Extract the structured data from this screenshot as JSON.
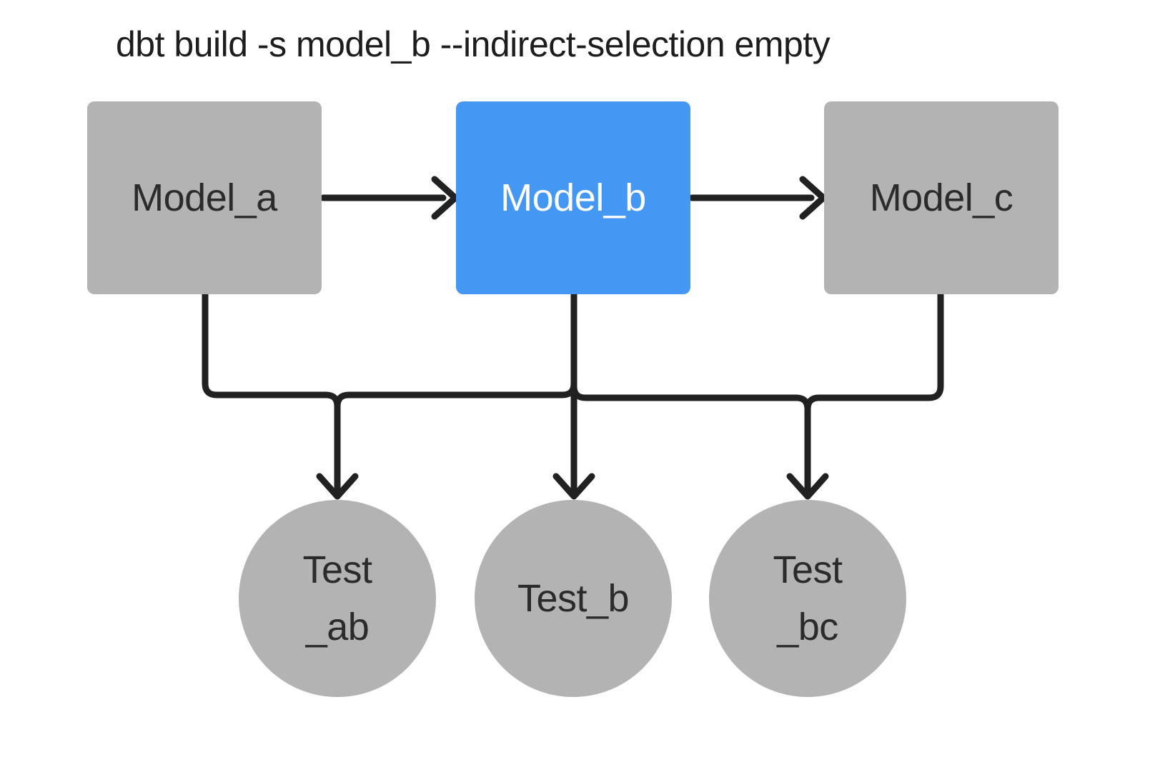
{
  "title": "dbt build -s model_b --indirect-selection empty",
  "colors": {
    "background": "#ffffff",
    "node_gray": "#b3b3b3",
    "selected_blue": "#4597f4",
    "edge_dark": "#212121",
    "label_dark": "#2b2b2b",
    "label_light": "#ffffff"
  },
  "diagram": {
    "models": [
      {
        "id": "model_a",
        "label": "Model_a",
        "selected": false
      },
      {
        "id": "model_b",
        "label": "Model_b",
        "selected": true
      },
      {
        "id": "model_c",
        "label": "Model_c",
        "selected": false
      }
    ],
    "tests": [
      {
        "id": "test_ab",
        "lines": [
          "Test",
          "_ab"
        ]
      },
      {
        "id": "test_b",
        "lines": [
          "Test_b"
        ]
      },
      {
        "id": "test_bc",
        "lines": [
          "Test",
          "_bc"
        ]
      }
    ],
    "edges": [
      {
        "from": "model_a",
        "to": "model_b"
      },
      {
        "from": "model_b",
        "to": "model_c"
      },
      {
        "from": "model_a",
        "to": "test_ab"
      },
      {
        "from": "model_b",
        "to": "test_ab"
      },
      {
        "from": "model_b",
        "to": "test_b"
      },
      {
        "from": "model_b",
        "to": "test_bc"
      },
      {
        "from": "model_c",
        "to": "test_bc"
      }
    ]
  }
}
